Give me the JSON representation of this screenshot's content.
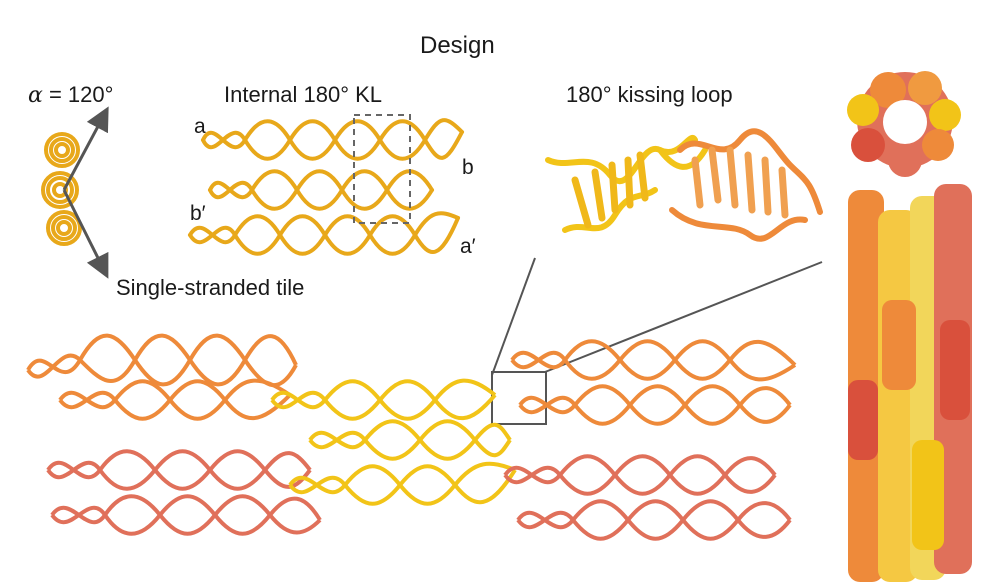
{
  "figure": {
    "title": "Design",
    "angle_label": "α = 120°",
    "angle_prefix": "α",
    "angle_value": " = 120°",
    "internal_label": "Internal 180° KL",
    "kissing_label": "180° kissing loop",
    "tile_label": "Single-stranded tile",
    "ends": {
      "a": "a",
      "b": "b",
      "b_prime": "b′",
      "a_prime": "a′"
    }
  },
  "colors": {
    "yellow": "#F2C418",
    "gold": "#E8A81A",
    "orange": "#EE8A3A",
    "salmon": "#E0705A",
    "red": "#D9503C",
    "line": "#555555"
  }
}
